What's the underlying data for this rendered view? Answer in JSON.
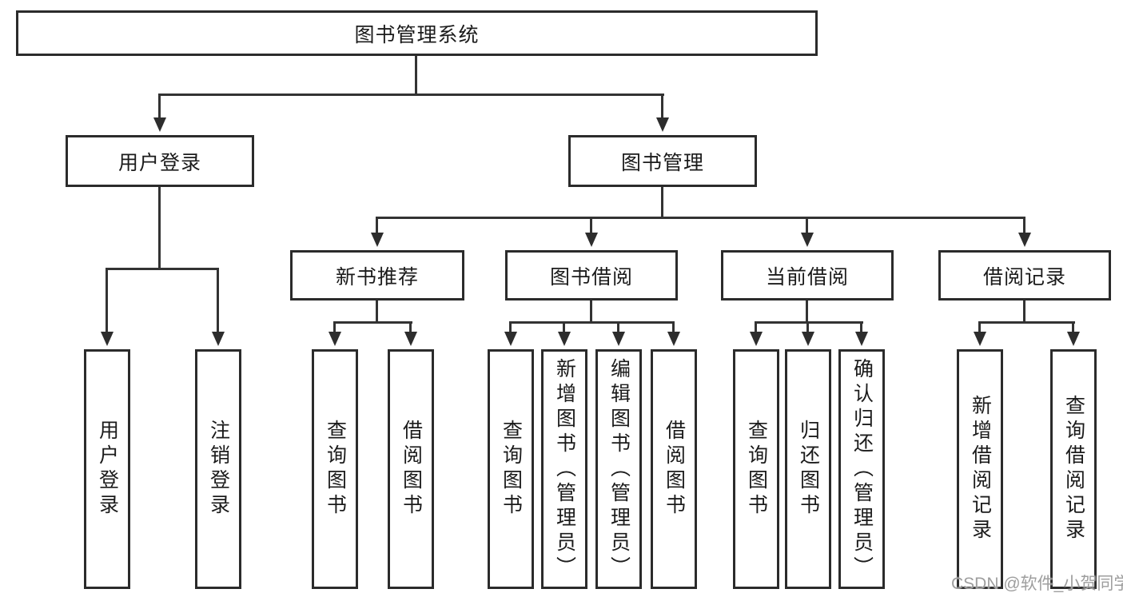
{
  "diagram": {
    "root": "图书管理系统",
    "branches": {
      "user_login": "用户登录",
      "book_mgmt": "图书管理"
    },
    "modules": {
      "new_book": "新书推荐",
      "book_borrow": "图书借阅",
      "current_borrow": "当前借阅",
      "borrow_record": "借阅记录"
    },
    "leaves": {
      "user_login": [
        "用户登录",
        "注销登录"
      ],
      "new_book": [
        "查询图书",
        "借阅图书"
      ],
      "book_borrow": [
        "查询图书",
        "新增图书（管理员）",
        "编辑图书（管理员）",
        "借阅图书"
      ],
      "current_borrow": [
        "查询图书",
        "归还图书",
        "确认归还（管理员）"
      ],
      "borrow_record": [
        "新增借阅记录",
        "查询借阅记录"
      ]
    }
  },
  "watermark": "CSDN @软件_小贺同学",
  "colors": {
    "line": "#333333",
    "border": "#2b2b2b",
    "text": "#1b1b1b",
    "background": "#ffffff",
    "watermark": "#9e9e9e"
  }
}
